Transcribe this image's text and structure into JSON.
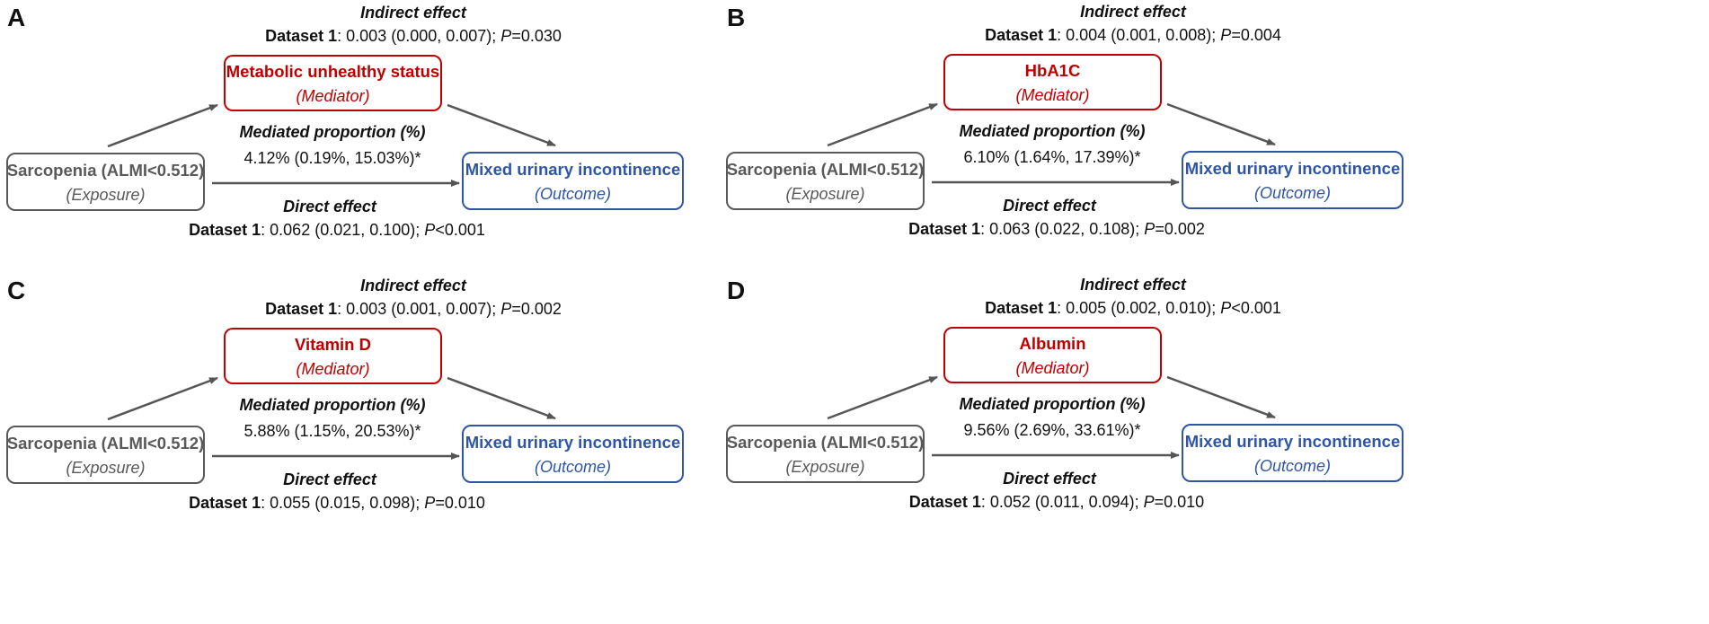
{
  "panels": [
    {
      "letter": "A",
      "indirect": {
        "heading": "Indirect effect",
        "dataset_label": "Dataset 1",
        "estimate": ": 0.003 (0.000, 0.007); ",
        "p_label": "P",
        "p_value": "=0.030"
      },
      "mediator": {
        "name": "Metabolic unhealthy status",
        "role": "(Mediator)"
      },
      "proportion": {
        "heading": "Mediated proportion (%)",
        "value": "4.12% (0.19%, 15.03%)*"
      },
      "exposure": {
        "name": "Sarcopenia (ALMI<0.512)",
        "role": "(Exposure)"
      },
      "outcome": {
        "name": "Mixed urinary incontinence",
        "role": "(Outcome)"
      },
      "direct": {
        "heading": "Direct effect",
        "dataset_label": "Dataset 1",
        "estimate": ": 0.062 (0.021, 0.100); ",
        "p_label": "P",
        "p_value": "<0.001"
      }
    },
    {
      "letter": "B",
      "indirect": {
        "heading": "Indirect effect",
        "dataset_label": "Dataset 1",
        "estimate": ": 0.004 (0.001, 0.008); ",
        "p_label": "P",
        "p_value": "=0.004"
      },
      "mediator": {
        "name": "HbA1C",
        "role": "(Mediator)"
      },
      "proportion": {
        "heading": "Mediated proportion (%)",
        "value": "6.10% (1.64%, 17.39%)*"
      },
      "exposure": {
        "name": "Sarcopenia (ALMI<0.512)",
        "role": "(Exposure)"
      },
      "outcome": {
        "name": "Mixed urinary incontinence",
        "role": "(Outcome)"
      },
      "direct": {
        "heading": "Direct effect",
        "dataset_label": "Dataset 1",
        "estimate": ": 0.063 (0.022, 0.108); ",
        "p_label": "P",
        "p_value": "=0.002"
      }
    },
    {
      "letter": "C",
      "indirect": {
        "heading": "Indirect effect",
        "dataset_label": "Dataset 1",
        "estimate": ": 0.003 (0.001, 0.007); ",
        "p_label": "P",
        "p_value": "=0.002"
      },
      "mediator": {
        "name": "Vitamin D",
        "role": "(Mediator)"
      },
      "proportion": {
        "heading": "Mediated proportion (%)",
        "value": "5.88% (1.15%, 20.53%)*"
      },
      "exposure": {
        "name": "Sarcopenia (ALMI<0.512)",
        "role": "(Exposure)"
      },
      "outcome": {
        "name": "Mixed urinary incontinence",
        "role": "(Outcome)"
      },
      "direct": {
        "heading": "Direct effect",
        "dataset_label": "Dataset 1",
        "estimate": ": 0.055 (0.015, 0.098); ",
        "p_label": "P",
        "p_value": "=0.010"
      }
    },
    {
      "letter": "D",
      "indirect": {
        "heading": "Indirect effect",
        "dataset_label": "Dataset 1",
        "estimate": ": 0.005 (0.002, 0.010); ",
        "p_label": "P",
        "p_value": "<0.001"
      },
      "mediator": {
        "name": "Albumin",
        "role": "(Mediator)"
      },
      "proportion": {
        "heading": "Mediated proportion (%)",
        "value": "9.56% (2.69%, 33.61%)*"
      },
      "exposure": {
        "name": "Sarcopenia (ALMI<0.512)",
        "role": "(Exposure)"
      },
      "outcome": {
        "name": "Mixed urinary incontinence",
        "role": "(Outcome)"
      },
      "direct": {
        "heading": "Direct effect",
        "dataset_label": "Dataset 1",
        "estimate": ": 0.052 (0.011, 0.094); ",
        "p_label": "P",
        "p_value": "=0.010"
      }
    }
  ]
}
